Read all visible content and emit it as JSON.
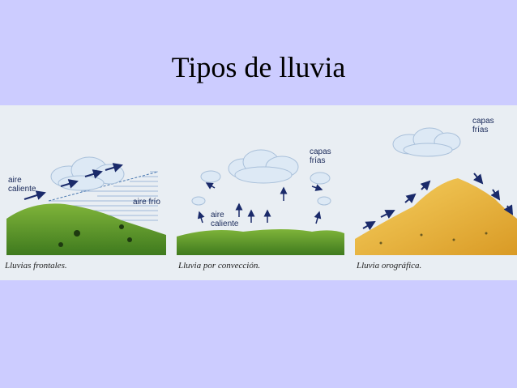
{
  "title": "Tipos de lluvia",
  "colors": {
    "background": "#ccccff",
    "strip": "#e9eef3",
    "grass": "#5e9a2a",
    "mountain": "#e8b43a",
    "cloud": "#dde9f5",
    "arrow": "#1a2a6a"
  },
  "panels": [
    {
      "caption": "Lluvias frontales.",
      "labels": {
        "warm_air": "aire caliente",
        "cold_air": "aire frío"
      }
    },
    {
      "caption": "Lluvia por convección.",
      "labels": {
        "cold_layers": "capas frías",
        "warm_air": "aire caliente"
      }
    },
    {
      "caption": "Lluvia orográfica.",
      "labels": {
        "cold_layers": "capas frías"
      }
    }
  ]
}
